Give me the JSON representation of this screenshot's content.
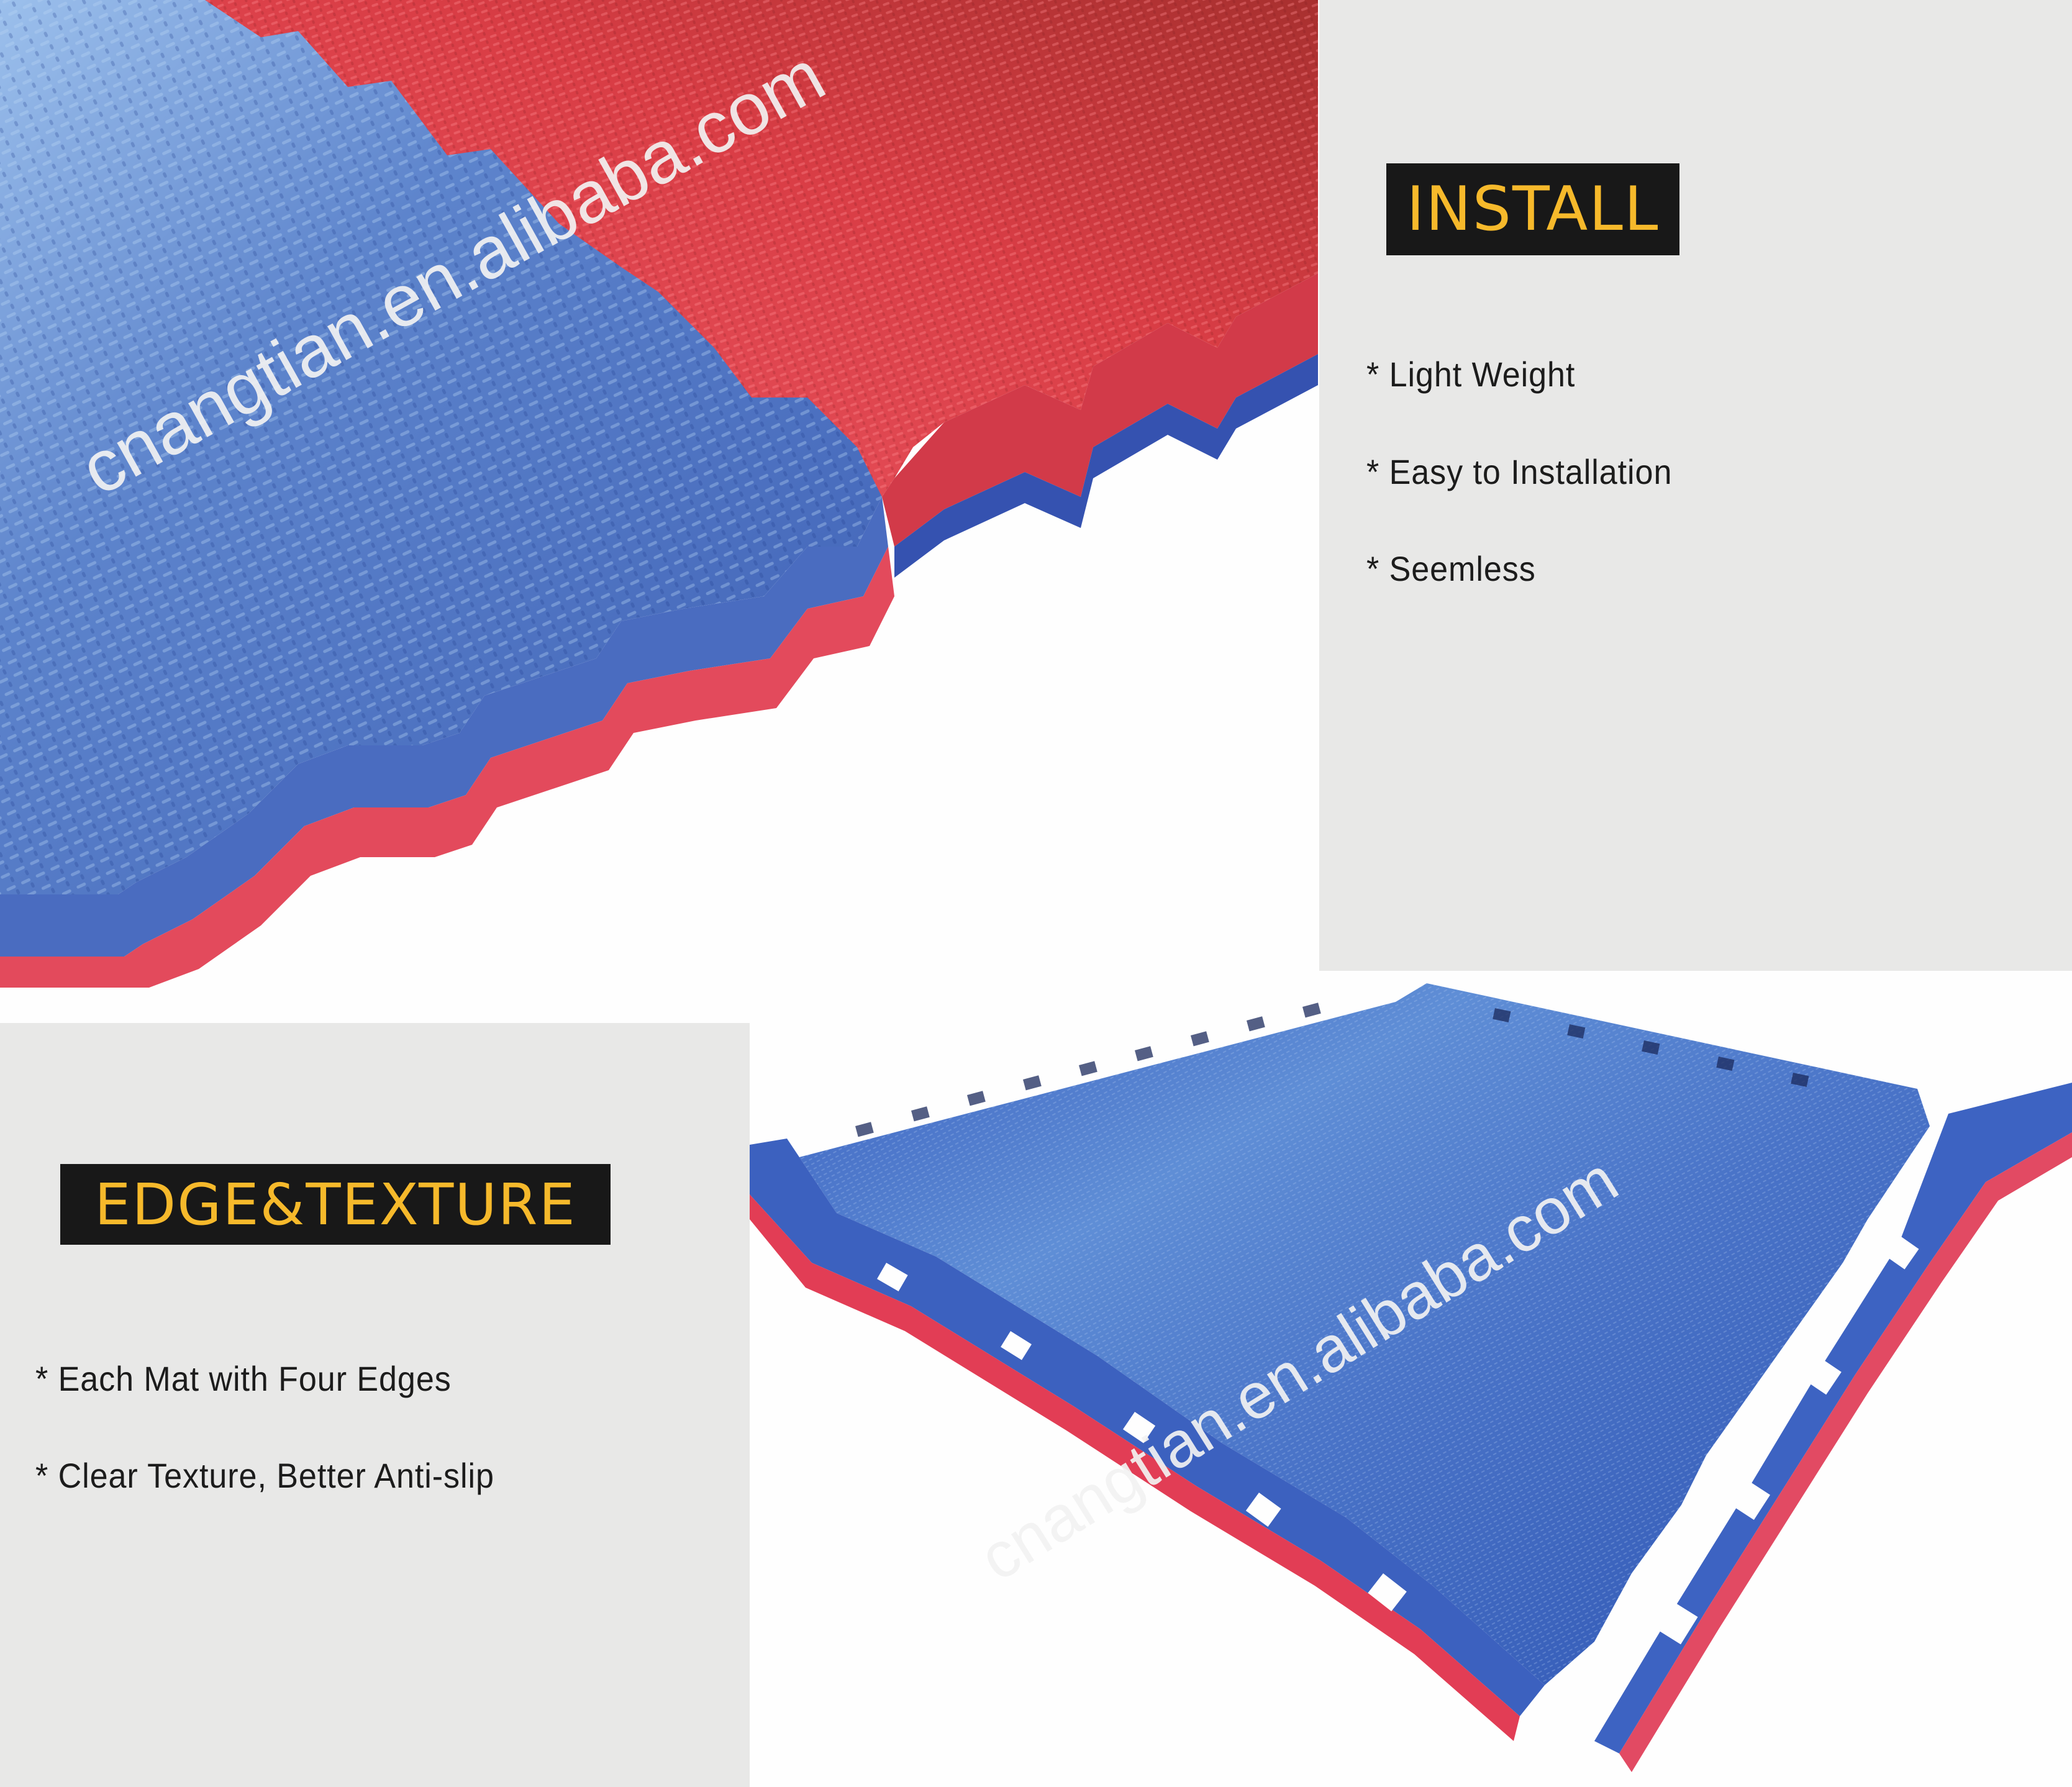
{
  "top_photo": {
    "subject": "interlocking EVA foam puzzle mats, blue and red, close-up of joined edges",
    "watermark": "cnangtian.en.alibaba.com",
    "colors": {
      "blue": "#3f63b8",
      "blue_light": "#7ea3dc",
      "red": "#e8424f",
      "red_dark": "#b7333a",
      "edge_red": "#e34a5c"
    }
  },
  "install_section": {
    "title": "INSTALL",
    "bullets": [
      "* Light Weight",
      "* Easy to Installation",
      "* Seemless"
    ],
    "colors": {
      "panel_bg": "#e8e8e7",
      "title_bg": "#181818",
      "title_text": "#f6b92b",
      "bullet_text": "#1c1c1c"
    }
  },
  "edge_section": {
    "title": "EDGE&TEXTURE",
    "bullets": [
      "* Each Mat with Four Edges",
      "* Clear Texture, Better Anti-slip"
    ],
    "colors": {
      "panel_bg": "#e8e8e7",
      "title_bg": "#181818",
      "title_text": "#f6b92b",
      "bullet_text": "#1c1c1c"
    }
  },
  "bottom_photo": {
    "subject": "full blue/red reversible EVA puzzle mat with detached edge strips",
    "watermark": "cnangtian.en.alibaba.com"
  }
}
